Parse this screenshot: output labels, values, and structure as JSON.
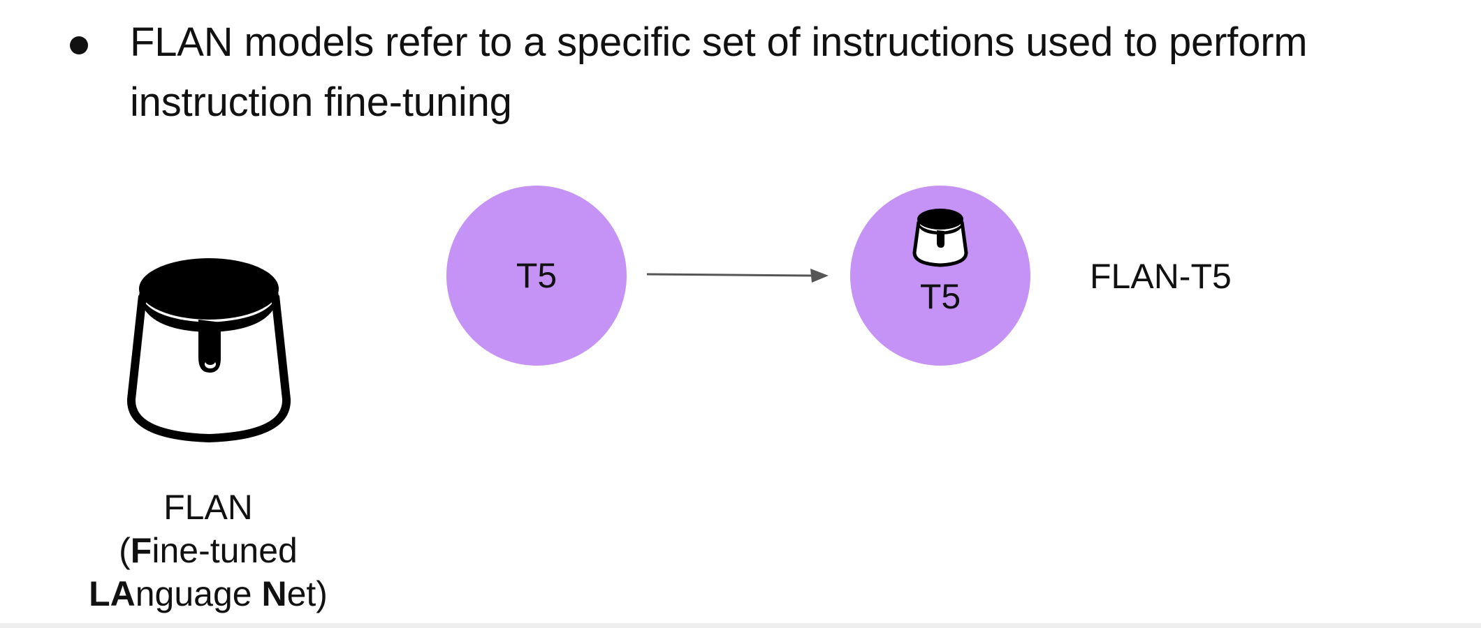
{
  "bullet": {
    "text": "FLAN models refer to a specific set of instructions used to perform instruction fine-tuning"
  },
  "flan_caption": {
    "line1": "FLAN",
    "line2_open": "(",
    "line2_bold": "F",
    "line2_rest": "ine-tuned",
    "line3_bold1": "LA",
    "line3_mid": "nguage ",
    "line3_bold2": "N",
    "line3_rest": "et)"
  },
  "diagram": {
    "source_model": "T5",
    "target_model": "T5",
    "result_label": "FLAN-T5"
  },
  "icons": {
    "large": "flan-dessert-icon",
    "small": "flan-dessert-icon"
  },
  "colors": {
    "circle_fill": "#c592f5",
    "arrow": "#555555",
    "text": "#111111"
  }
}
